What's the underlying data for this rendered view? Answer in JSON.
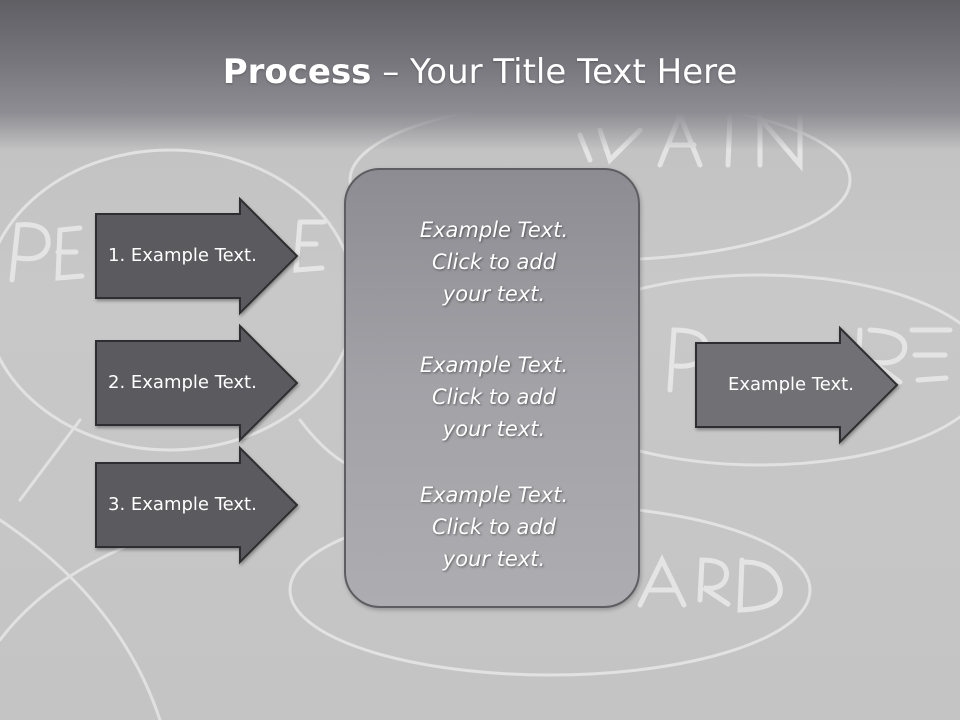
{
  "title": {
    "bold": "Process",
    "rest": " – Your Title Text Here"
  },
  "left_arrows": [
    {
      "label": "1. Example Text."
    },
    {
      "label": "2. Example Text."
    },
    {
      "label": "3. Example Text."
    }
  ],
  "center_blocks": [
    {
      "lines": [
        "Example Text.",
        "Click  to add",
        "your text."
      ]
    },
    {
      "lines": [
        "Example Text.",
        "Click  to add",
        "your text."
      ]
    },
    {
      "lines": [
        "Example Text.",
        "Click  to add",
        "your text."
      ]
    }
  ],
  "right_arrow": {
    "label": "Example Text."
  },
  "colors": {
    "arrow_fill_dark": "#5a5a5e",
    "arrow_fill_right": "#6f6f74",
    "arrow_stroke": "#2e2e30"
  }
}
